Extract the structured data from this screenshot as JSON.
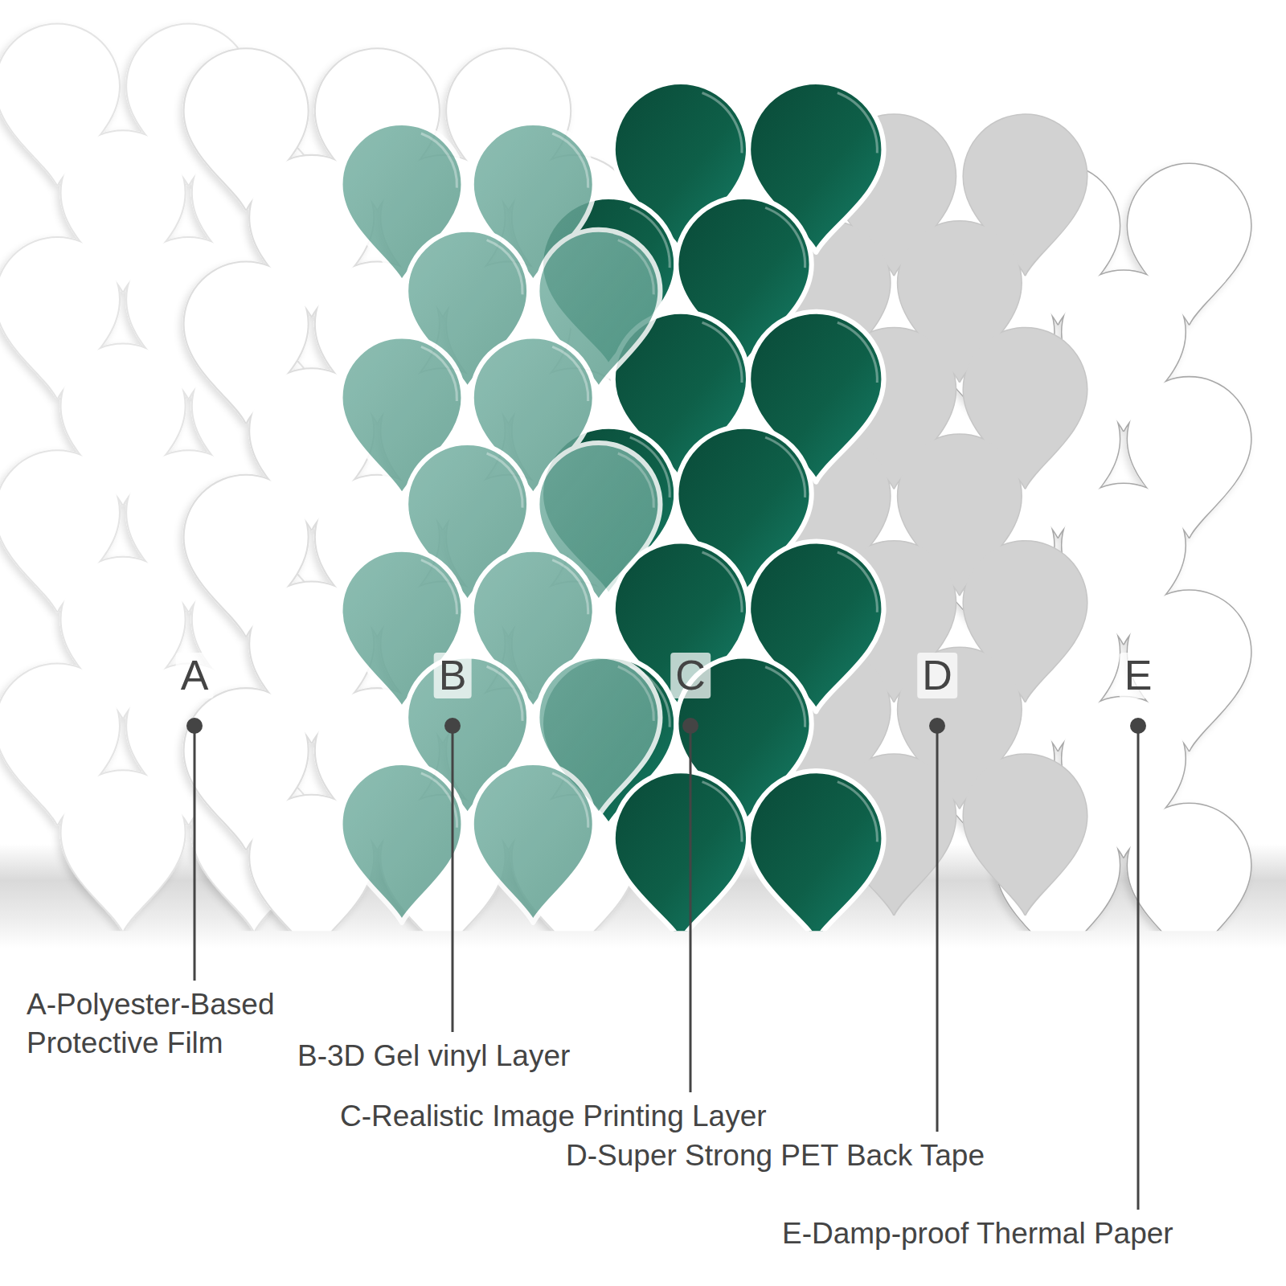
{
  "diagram": {
    "labels": [
      "A",
      "B",
      "C",
      "D",
      "E",
      "A-Polyester-Based Protective Film",
      "B-3D Gel vinyl Layer",
      "C-Realistic Image Printing Layer",
      "D-Super Strong PET Back Tape",
      "E-Damp-proof Thermal Paper"
    ]
  }
}
